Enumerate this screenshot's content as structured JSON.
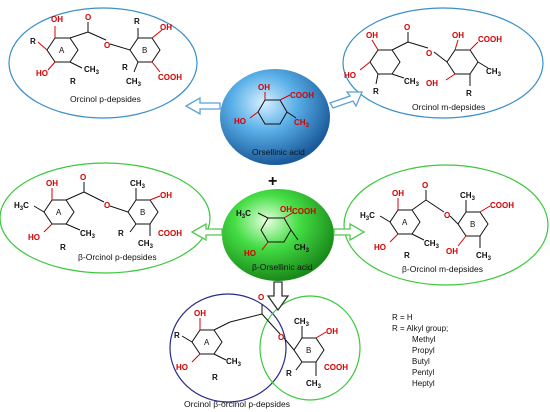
{
  "center_top": {
    "title": "Orsellinic acid",
    "cooh": "COOH",
    "oh_top": "OH",
    "oh_left": "HO",
    "ch3": "CH3"
  },
  "center_plus": "+",
  "center_mid": {
    "title": "β-Orsellinic acid",
    "cooh": "COOH",
    "oh_top": "OH",
    "oh_left": "HO",
    "ch3_left": "H3C",
    "ch3_bottom": "CH3"
  },
  "captions": {
    "tl": "Orcinol p-depsides",
    "tr": "Orcinol m-depsides",
    "ml": "β-Orcinol p-depsides",
    "mr": "β-Orcinol m-depsides",
    "bottom": "Orcinol β-orcinol p-depsides"
  },
  "legend": {
    "line1": "R = H",
    "line2": "R = Alkyl group;",
    "items": [
      "Methyl",
      "Propyl",
      "Butyl",
      "Pentyl",
      "Heptyl"
    ]
  },
  "atoms": {
    "oh": "OH",
    "ho": "HO",
    "cooh": "COOH",
    "ch3": "CH3",
    "h3c": "H3C",
    "r": "R",
    "o": "O",
    "ring_a": "A",
    "ring_b": "B"
  },
  "colors": {
    "blue_ring": "#3a8fc8",
    "green_ring": "#3cc83c",
    "navy_ring": "#2a2a8c",
    "arrow_blue": "#5aa0d8",
    "arrow_green": "#50c850",
    "red_text": "#d40000"
  }
}
